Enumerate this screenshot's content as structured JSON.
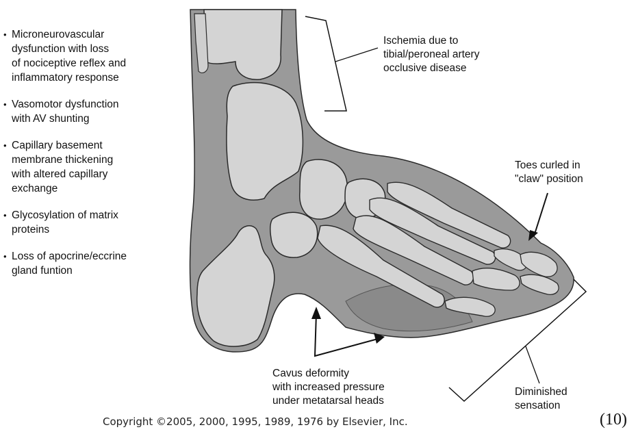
{
  "bullets": [
    "Microneurovascular\ndysfunction with loss\nof nociceptive reflex and\ninflammatory response",
    "Vasomotor dysfunction\nwith AV shunting",
    "Capillary basement\nmembrane thickening\nwith altered capillary\nexchange",
    "Glycosylation of matrix\nproteins",
    "Loss of apocrine/eccrine\ngland funtion"
  ],
  "callouts": {
    "ischemia": "Ischemia due to\ntibial/peroneal artery\nocclusive disease",
    "toes": "Toes curled in\n\"claw\" position",
    "cavus": "Cavus deformity\nwith increased pressure\nunder metatarsal heads",
    "diminished": "Diminished\nsensation"
  },
  "copyright": "Copyright ©2005, 2000, 1995, 1989, 1976 by Elsevier, Inc.",
  "figure_number": "(10)",
  "colors": {
    "skin": "#9a9a9a",
    "bone": "#d4d4d4",
    "outline": "#2a2a2a"
  }
}
